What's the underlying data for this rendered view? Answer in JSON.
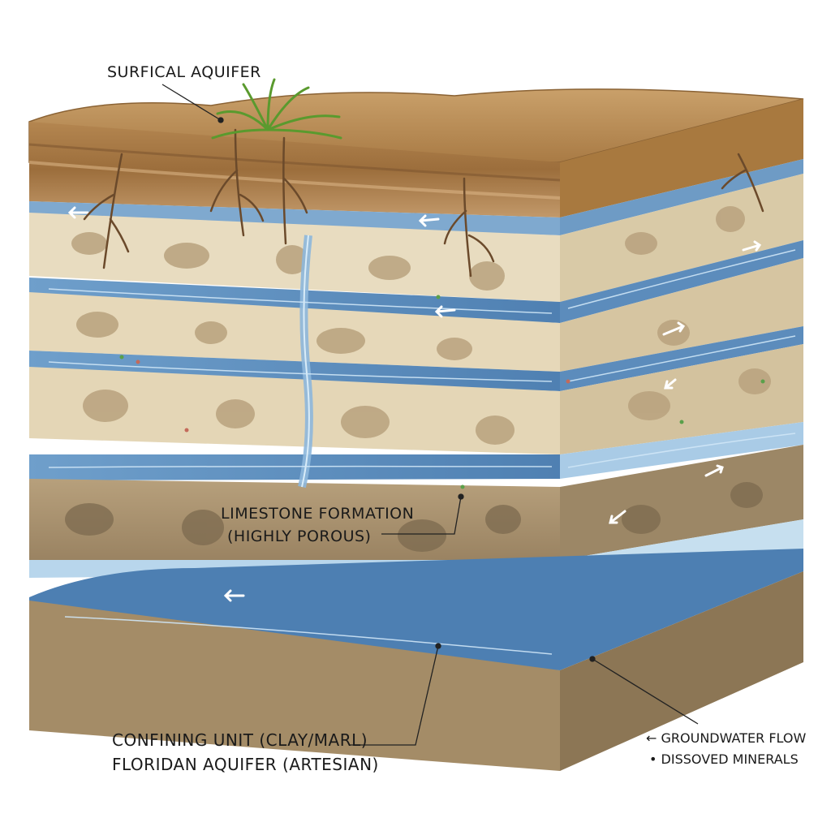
{
  "labels": {
    "surficial": "SURFICAL AQUIFER",
    "limestone_line1": "LIMESTONE FORMATION",
    "limestone_line2": "(HIGHLY POROUS)",
    "confining": "CONFINING UNIT (CLAY/MARL)",
    "floridan": "FLORIDAN AQUIFER (ARTESIAN)"
  },
  "legend": {
    "flow_symbol": "←",
    "flow_label": "GROUNDWATER FLOW",
    "mineral_symbol": "•",
    "mineral_label": "DISSOVED MINERALS"
  },
  "colors": {
    "topsoil": "#b98d55",
    "topsoil_dark": "#8f6433",
    "limestone": "#e8dcc0",
    "limestone_shadow": "#b9a27e",
    "deep_rock": "#a89270",
    "deep_rock_dark": "#7c6a4f",
    "water": "#5e8fbf",
    "water_light": "#a9cbe6",
    "vegetation": "#5a9a2e",
    "roots": "#6b4a2b"
  }
}
